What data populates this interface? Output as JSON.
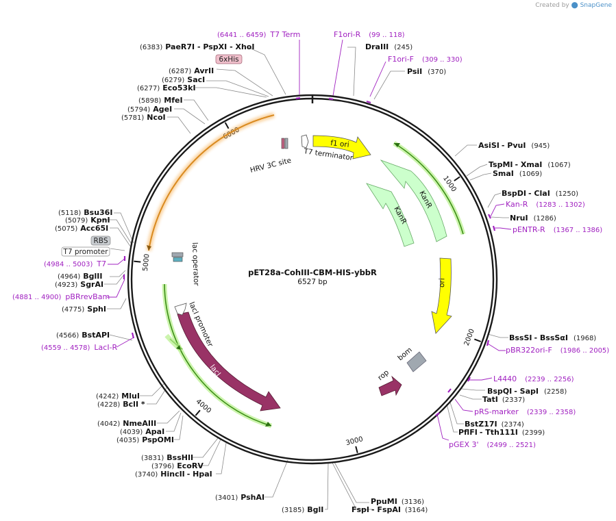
{
  "credit": {
    "prefix": "Created by",
    "brand": "SnapGene"
  },
  "plasmid": {
    "name": "pET28a-CohIII-CBM-HIS-ybbR",
    "size": "6527 bp"
  },
  "sites": [
    {
      "pos": "(6383)",
      "name": "PaeR7I",
      "sep": " - PspXI ",
      "name2": "- XhoI"
    },
    {
      "pos": "(6287)",
      "name": "AvrII"
    },
    {
      "pos": "(6279)",
      "name": "SacI"
    },
    {
      "pos": "(6277)",
      "name": "Eco53kI"
    },
    {
      "pos": "(5898)",
      "name": "MfeI"
    },
    {
      "pos": "(5794)",
      "name": "AgeI"
    },
    {
      "pos": "(5781)",
      "name": "NcoI"
    },
    {
      "pos": "(5118)",
      "name": "Bsu36I"
    },
    {
      "pos": "(5079)",
      "name": "KpnI"
    },
    {
      "pos": "(5075)",
      "name": "Acc65I"
    },
    {
      "pos": "(4964)",
      "name": "BglII"
    },
    {
      "pos": "(4923)",
      "name": "SgrAI"
    },
    {
      "pos": "(4775)",
      "name": "SphI"
    },
    {
      "pos": "(4566)",
      "name": "BstAPI"
    },
    {
      "pos": "(4242)",
      "name": "MluI"
    },
    {
      "pos": "(4228)",
      "name": "BclI *"
    },
    {
      "pos": "(4042)",
      "name": "NmeAIII"
    },
    {
      "pos": "(4039)",
      "name": "ApaI"
    },
    {
      "pos": "(4035)",
      "name": "PspOMI"
    },
    {
      "pos": "(3831)",
      "name": "BssHII"
    },
    {
      "pos": "(3796)",
      "name": "EcoRV"
    },
    {
      "pos": "(3740)",
      "name": "HincII",
      "name2": "- HpaI"
    },
    {
      "pos": "(3401)",
      "name": "PshAI"
    },
    {
      "pos": "(3185)",
      "name": "BglI"
    },
    {
      "pos": "(3136)",
      "name": "PpuMI"
    },
    {
      "pos": "(3164)",
      "name": "FspI",
      "name2": "- FspAI"
    },
    {
      "pos": "(245)",
      "name": "DraIII"
    },
    {
      "pos": "(370)",
      "name": "PsiI"
    },
    {
      "pos": "(945)",
      "name": "AsiSI",
      "name2": "- PvuI"
    },
    {
      "pos": "(1067)",
      "name": "TspMI",
      "name2": "- XmaI"
    },
    {
      "pos": "(1069)",
      "name": "SmaI"
    },
    {
      "pos": "(1250)",
      "name": "BspDI",
      "name2": "- ClaI"
    },
    {
      "pos": "(1286)",
      "name": "NruI"
    },
    {
      "pos": "(1968)",
      "name": "BssSI",
      "name2": "- BssSαI"
    },
    {
      "pos": "(2258)",
      "name": "BspQI",
      "name2": "- SapI"
    },
    {
      "pos": "(2337)",
      "name": "TatI"
    },
    {
      "pos": "(2374)",
      "name": "BstZ17I"
    },
    {
      "pos": "(2399)",
      "name": "PflFI",
      "name2": "- Tth111I"
    }
  ],
  "primers": [
    {
      "range": "(6441 .. 6459)",
      "name": "T7 Term"
    },
    {
      "name": "F1ori-R",
      "range": "(99 .. 118)"
    },
    {
      "name": "F1ori-F",
      "range": "(309 .. 330)"
    },
    {
      "name": "Kan-R",
      "range": "(1283 .. 1302)"
    },
    {
      "name": "pENTR-R",
      "range": "(1367 .. 1386)"
    },
    {
      "name": "pBR322ori-F",
      "range": "(1986 .. 2005)"
    },
    {
      "name": "L4440",
      "range": "(2239 .. 2256)"
    },
    {
      "name": "pRS-marker",
      "range": "(2339 .. 2358)"
    },
    {
      "name": "pGEX 3'",
      "range": "(2499 .. 2521)"
    },
    {
      "range": "(4984 .. 5003)",
      "name": "T7"
    },
    {
      "range": "(4881 .. 4900)",
      "name": "pBRrevBam"
    },
    {
      "range": "(4559 .. 4578)",
      "name": "LacI-R"
    }
  ],
  "boxed": {
    "his": "6xHis",
    "rbs": "RBS",
    "t7promoter": "T7 promoter"
  },
  "features": {
    "f1ori": "f1 ori",
    "kanr1": "KanR",
    "kanr2": "KanR",
    "ori": "ori",
    "bom": "bom",
    "rop": "rop",
    "laci": "lacI",
    "laci_promoter": "lacI promoter",
    "lac_operator": "lac operator",
    "hrv": "HRV 3C site",
    "t7term": "T7 terminator"
  },
  "ticks": [
    "1000",
    "2000",
    "3000",
    "4000",
    "5000",
    "6000"
  ],
  "colors": {
    "backbone": "#1a1a1a",
    "primer": "#a020c0",
    "f1ori": "#ffff00",
    "kanr": "#ccffcc",
    "laci": "#993366",
    "rop": "#993366",
    "bom": "#a0a8b0",
    "orange": "#f5a030",
    "green": "#55aa22",
    "his_box": "#f0c0cc"
  }
}
